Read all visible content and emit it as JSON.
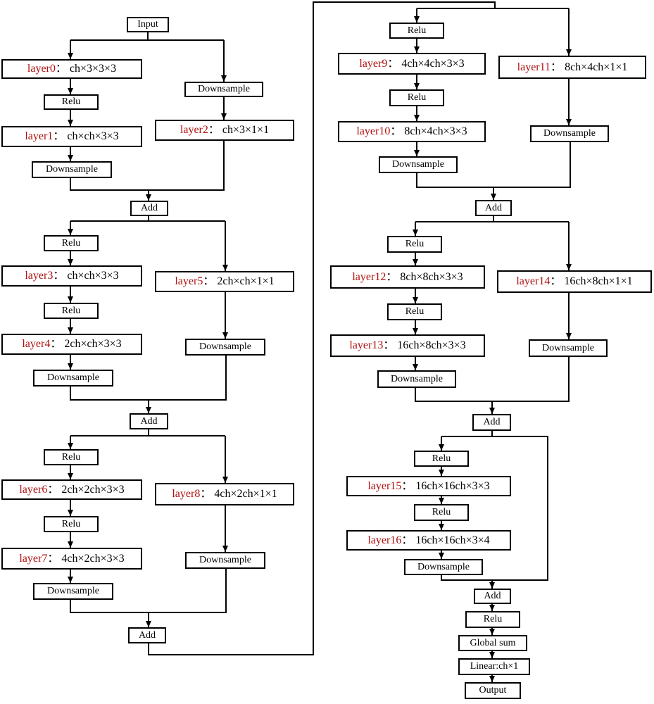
{
  "ops": {
    "input": "Input",
    "relu": "Relu",
    "downsample": "Downsample",
    "add": "Add",
    "global_sum": "Global sum",
    "linear": "Linear:ch×1",
    "output": "Output"
  },
  "layers": [
    {
      "name": "layer0",
      "shape": "ch×3×3×3"
    },
    {
      "name": "layer1",
      "shape": "ch×ch×3×3"
    },
    {
      "name": "layer2",
      "shape": "ch×3×1×1"
    },
    {
      "name": "layer3",
      "shape": "ch×ch×3×3"
    },
    {
      "name": "layer4",
      "shape": "2ch×ch×3×3"
    },
    {
      "name": "layer5",
      "shape": "2ch×ch×1×1"
    },
    {
      "name": "layer6",
      "shape": "2ch×2ch×3×3"
    },
    {
      "name": "layer7",
      "shape": "4ch×2ch×3×3"
    },
    {
      "name": "layer8",
      "shape": "4ch×2ch×1×1"
    },
    {
      "name": "layer9",
      "shape": "4ch×4ch×3×3"
    },
    {
      "name": "layer10",
      "shape": "8ch×4ch×3×3"
    },
    {
      "name": "layer11",
      "shape": "8ch×4ch×1×1"
    },
    {
      "name": "layer12",
      "shape": "8ch×8ch×3×3"
    },
    {
      "name": "layer13",
      "shape": "16ch×8ch×3×3"
    },
    {
      "name": "layer14",
      "shape": "16ch×8ch×1×1"
    },
    {
      "name": "layer15",
      "shape": "16ch×16ch×3×3"
    },
    {
      "name": "layer16",
      "shape": "16ch×16ch×3×4"
    }
  ],
  "separator": "："
}
